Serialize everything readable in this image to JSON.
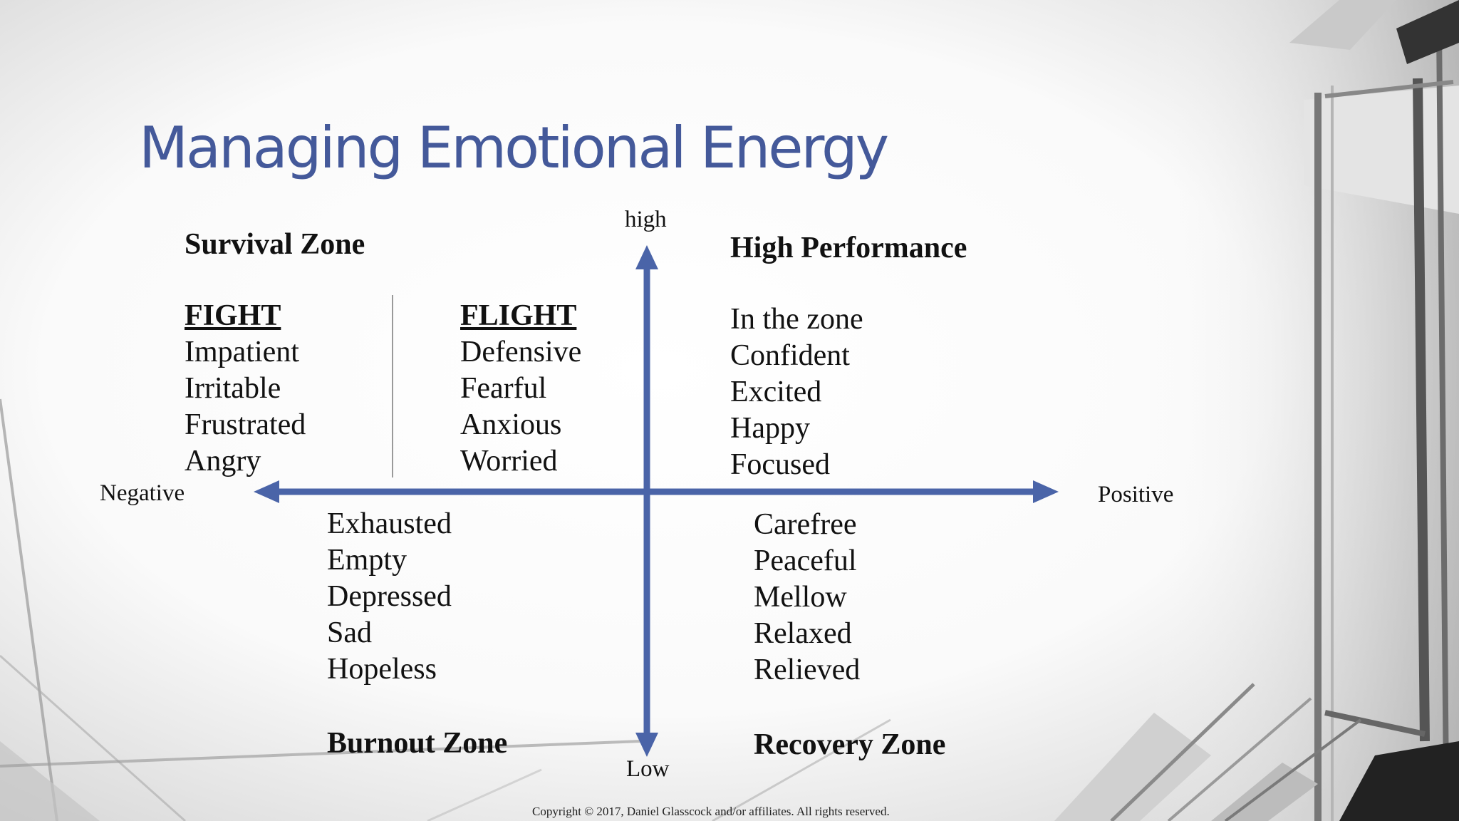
{
  "title": "Managing Emotional Energy",
  "axes": {
    "top_label": "high",
    "bottom_label": "Low",
    "left_label": "Negative",
    "right_label": "Positive",
    "color": "#4a64a8"
  },
  "quadrants": {
    "top_left": {
      "title": "Survival Zone",
      "fight": {
        "heading": "FIGHT",
        "items": [
          "Impatient",
          "Irritable",
          "Frustrated",
          "Angry"
        ]
      },
      "flight": {
        "heading": "FLIGHT",
        "items": [
          "Defensive",
          "Fearful",
          "Anxious",
          "Worried"
        ]
      }
    },
    "top_right": {
      "title": "High Performance",
      "items": [
        "In the zone",
        "Confident",
        "Excited",
        "Happy",
        "Focused"
      ]
    },
    "bottom_left": {
      "title": "Burnout Zone",
      "items": [
        "Exhausted",
        "Empty",
        "Depressed",
        "Sad",
        "Hopeless"
      ]
    },
    "bottom_right": {
      "title": "Recovery Zone",
      "items": [
        "Carefree",
        "Peaceful",
        "Mellow",
        "Relaxed",
        "Relieved"
      ]
    }
  },
  "copyright": "Copyright © 2017, Daniel Glasscock and/or affiliates.  All rights reserved."
}
